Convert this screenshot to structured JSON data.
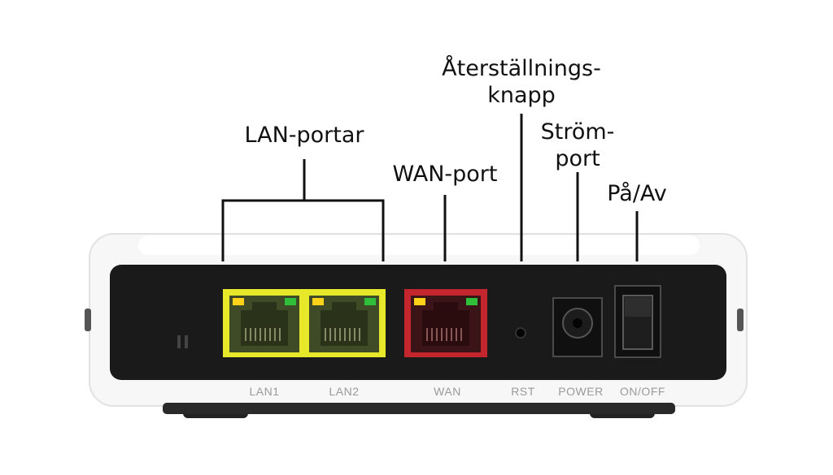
{
  "callouts": {
    "lan_ports": "LAN-portar",
    "wan_port": "WAN-port",
    "reset_line1": "Återställnings-",
    "reset_line2": "knapp",
    "power_line1": "Ström-",
    "power_line2": "port",
    "onoff": "På/Av"
  },
  "port_labels": {
    "lan1": "LAN1",
    "lan2": "LAN2",
    "wan": "WAN",
    "rst": "RST",
    "power": "POWER",
    "onoff": "ON/OFF"
  },
  "colors": {
    "lan_housing": "#e8e82a",
    "wan_housing": "#c4262e",
    "panel": "#1a1a1a",
    "body": "#f7f7f7",
    "led_yellow": "#ffd21a",
    "led_green": "#2fbf3a"
  }
}
